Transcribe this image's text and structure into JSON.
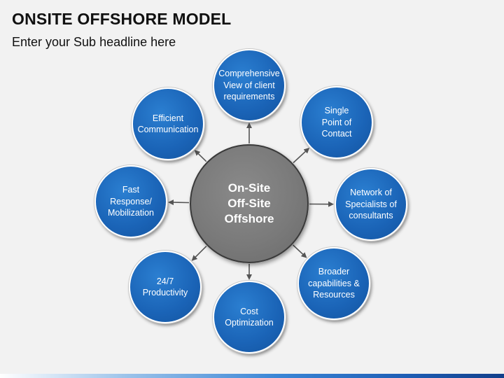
{
  "header": {
    "title": "ONSITE OFFSHORE MODEL",
    "subtitle": "Enter your Sub headline here"
  },
  "hub": {
    "label": "On-Site\nOff-Site\nOffshore"
  },
  "satellites": [
    {
      "id": "top",
      "label": "Comprehensive\nView of client\nrequirements"
    },
    {
      "id": "top-right",
      "label": "Single\nPoint of\nContact"
    },
    {
      "id": "right",
      "label": "Network of\nSpecialists of\nconsultants"
    },
    {
      "id": "bottom-right",
      "label": "Broader\ncapabilities &\nResources"
    },
    {
      "id": "bottom",
      "label": "Cost\nOptimization"
    },
    {
      "id": "bottom-left",
      "label": "24/7\nProductivity"
    },
    {
      "id": "left",
      "label": "Fast\nResponse/\nMobilization"
    },
    {
      "id": "top-left",
      "label": "Efficient\nCommunication"
    }
  ],
  "colors": {
    "satellite_fill": "#1a63b6",
    "hub_fill": "#7a7a7a",
    "connector": "#555555"
  }
}
